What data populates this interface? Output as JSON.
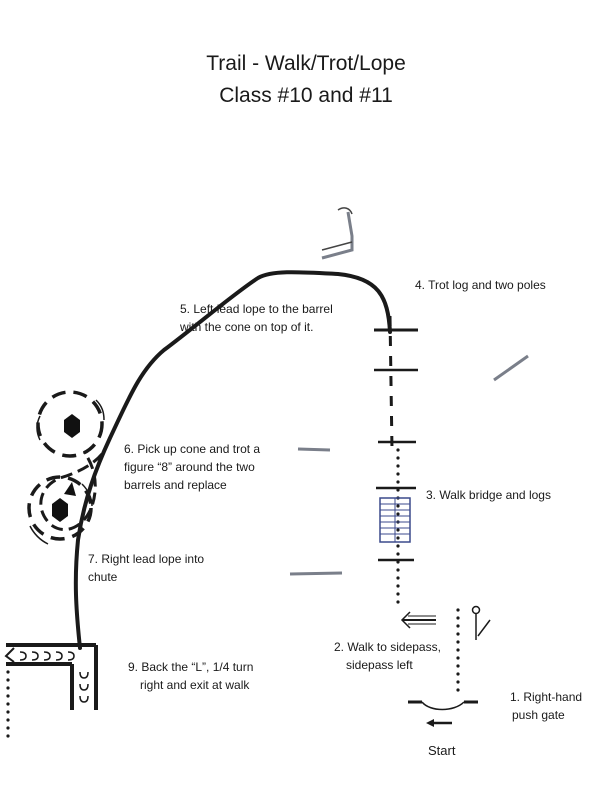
{
  "title": {
    "line1": "Trail - Walk/Trot/Lope",
    "line2": "Class #10 and #11"
  },
  "steps": {
    "step1": {
      "line1": "1. Right-hand",
      "line2": "push gate"
    },
    "step2": {
      "line1": "2. Walk to sidepass,",
      "line2": "sidepass left"
    },
    "step3": {
      "line1": "3. Walk bridge and logs"
    },
    "step4": {
      "line1": "4. Trot log and two poles"
    },
    "step5": {
      "line1": "5. Left lead lope to the barrel",
      "line2": "with the cone on top of it."
    },
    "step6": {
      "line1": "6. Pick up cone and trot a",
      "line2": "figure “8” around the two",
      "line3": "barrels and replace"
    },
    "step7": {
      "line1": "7. Right lead lope into",
      "line2": "chute"
    },
    "step9": {
      "line1": "9. Back the “L”, 1/4 turn",
      "line2": "right and exit at walk"
    }
  },
  "start_label": "Start",
  "colors": {
    "ink": "#1a1a1a",
    "bridge": "#3b4a8c",
    "grey_pole": "#7a7f8a"
  },
  "icons": [
    "mailbox-icon",
    "gate-icon",
    "barrel-icon",
    "cone-icon",
    "direction-arrow-icon"
  ]
}
